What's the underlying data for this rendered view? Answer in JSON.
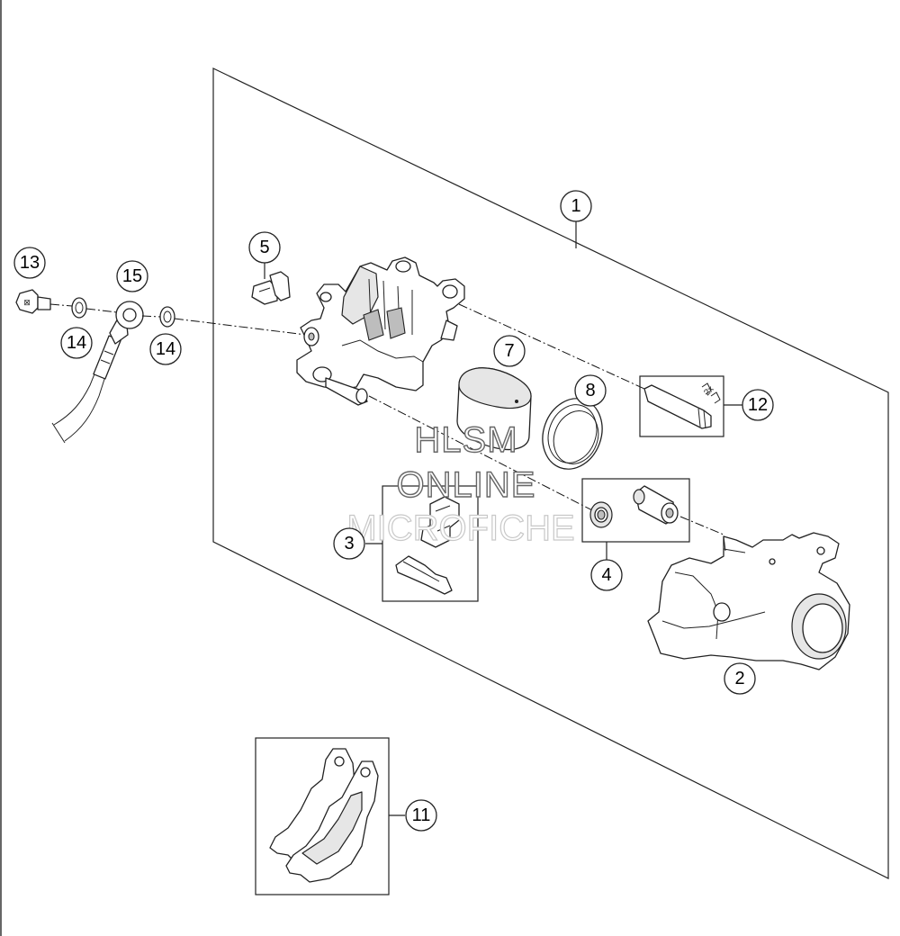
{
  "callouts": [
    {
      "id": "c1",
      "label": "1"
    },
    {
      "id": "c2",
      "label": "2"
    },
    {
      "id": "c3",
      "label": "3"
    },
    {
      "id": "c4",
      "label": "4"
    },
    {
      "id": "c5",
      "label": "5"
    },
    {
      "id": "c7",
      "label": "7"
    },
    {
      "id": "c8",
      "label": "8"
    },
    {
      "id": "c11",
      "label": "11"
    },
    {
      "id": "c12",
      "label": "12"
    },
    {
      "id": "c13",
      "label": "13"
    },
    {
      "id": "c14a",
      "label": "14"
    },
    {
      "id": "c14b",
      "label": "14"
    },
    {
      "id": "c15",
      "label": "15"
    }
  ],
  "watermark": {
    "line1": "HLSM",
    "line2": "ONLINE",
    "line3": "MICROFICHE"
  },
  "kit_marker": "2x"
}
